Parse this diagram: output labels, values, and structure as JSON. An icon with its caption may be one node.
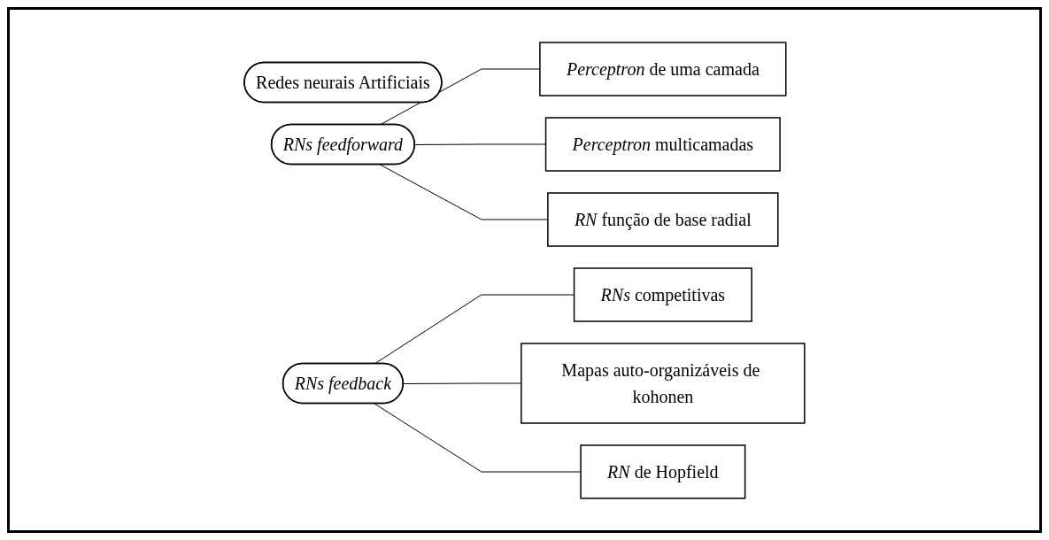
{
  "diagram": {
    "nodes": [
      {
        "text": [
          "Redes neurais Artificiais"
        ]
      },
      {
        "text": [
          "RNs feedforward"
        ]
      },
      {
        "text": [
          "RNs feedback"
        ]
      },
      {
        "text": [
          "*Perceptron* de uma camada"
        ]
      },
      {
        "text": [
          "*Perceptron* multicamadas"
        ]
      },
      {
        "text": [
          "*RN* função de base radial"
        ]
      },
      {
        "text": [
          "*RNs* competitivas"
        ]
      },
      {
        "text": [
          "Mapas auto-organizáveis de kohonen"
        ]
      },
      {
        "text": [
          "*RN* de Hopfield"
        ]
      }
    ],
    "edges": [
      {
        "from": 1,
        "to": 3,
        "arrow": "none"
      },
      {
        "from": 1,
        "to": 4,
        "arrow": "none"
      },
      {
        "from": 1,
        "to": 5,
        "arrow": "none"
      },
      {
        "from": 2,
        "to": 6,
        "arrow": "none"
      },
      {
        "from": 2,
        "to": 7,
        "arrow": "none"
      },
      {
        "from": 2,
        "to": 8,
        "arrow": "none"
      }
    ]
  }
}
